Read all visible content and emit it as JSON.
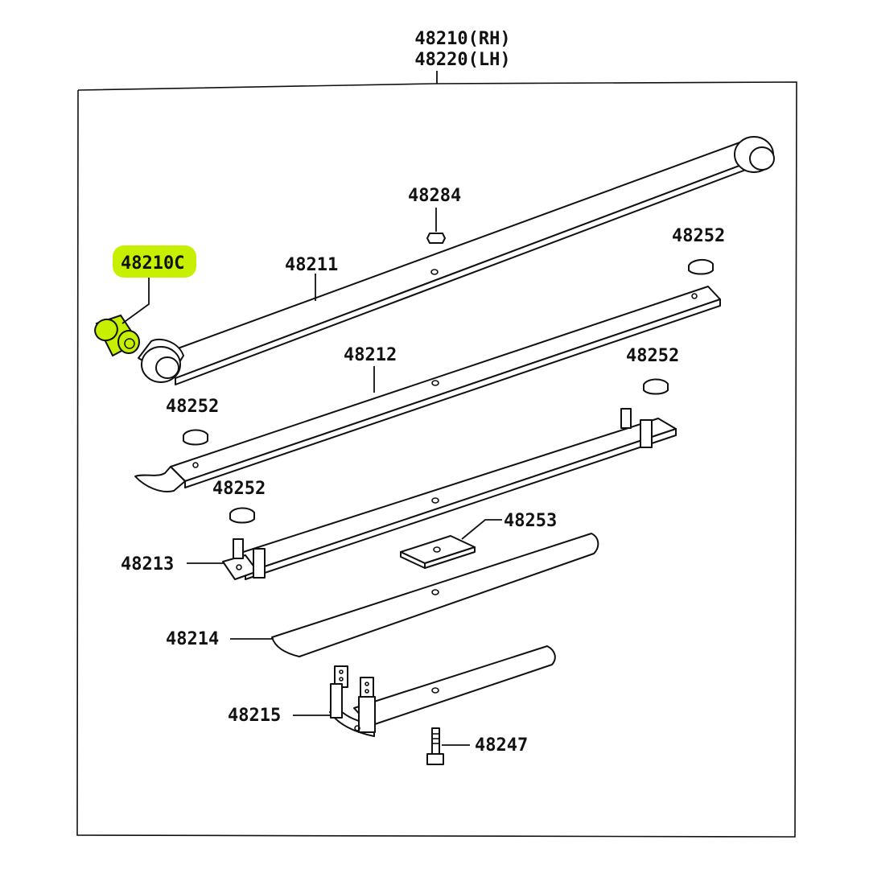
{
  "assembly": {
    "label_rh": "48210(RH)",
    "label_lh": "48220(LH)"
  },
  "highlight": {
    "color": "#c6f000"
  },
  "parts": {
    "bushing": "48210C",
    "leaf_1": "48211",
    "leaf_2": "48212",
    "leaf_3": "48213",
    "leaf_4": "48214",
    "leaf_5": "48215",
    "insert_nut": "48284",
    "insert_a": "48252",
    "insert_b": "48252",
    "insert_c": "48252",
    "insert_d": "48252",
    "spacer": "48253",
    "center_bolt": "48247"
  }
}
